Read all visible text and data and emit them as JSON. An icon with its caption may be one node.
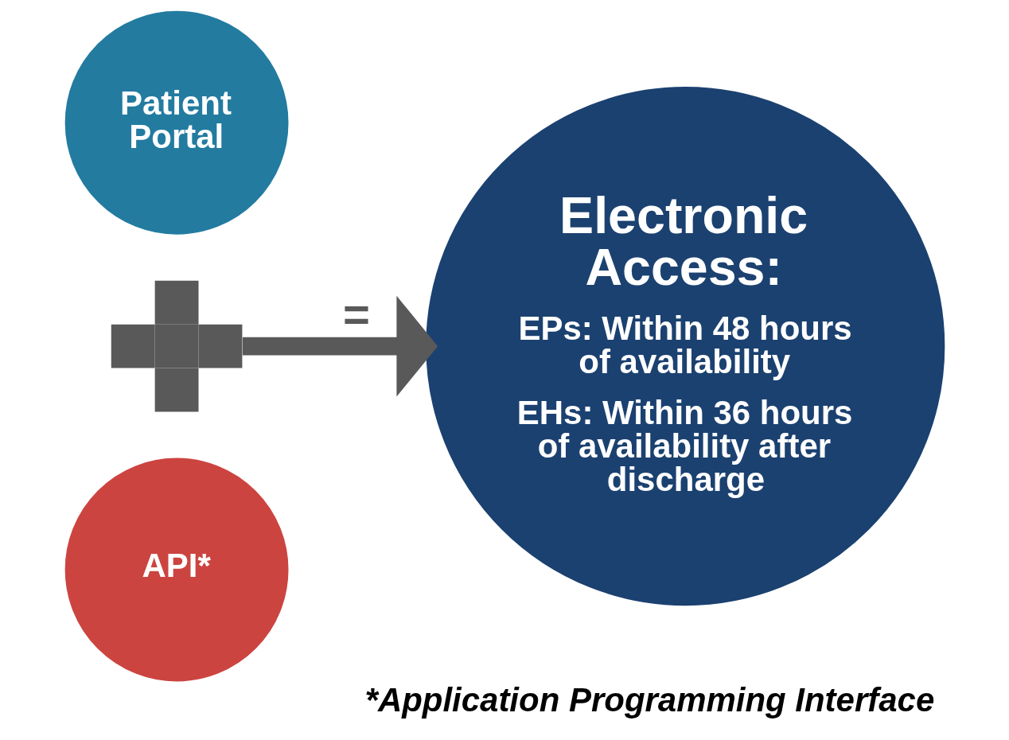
{
  "diagram": {
    "caption": "*Application Programming Interface",
    "nodes": [
      {
        "text": [
          "Patient Portal"
        ]
      },
      {
        "text": [],
        "shape": "plus"
      },
      {
        "text": [
          "API*"
        ]
      },
      {
        "text": [
          "Electronic Access:",
          "EPs: Within 48 hours of availability",
          "EHs: Within 36 hours of availability after discharge"
        ]
      }
    ],
    "edges": [
      {
        "from": 1,
        "to": 3,
        "arrow": "to",
        "label": "="
      }
    ]
  }
}
